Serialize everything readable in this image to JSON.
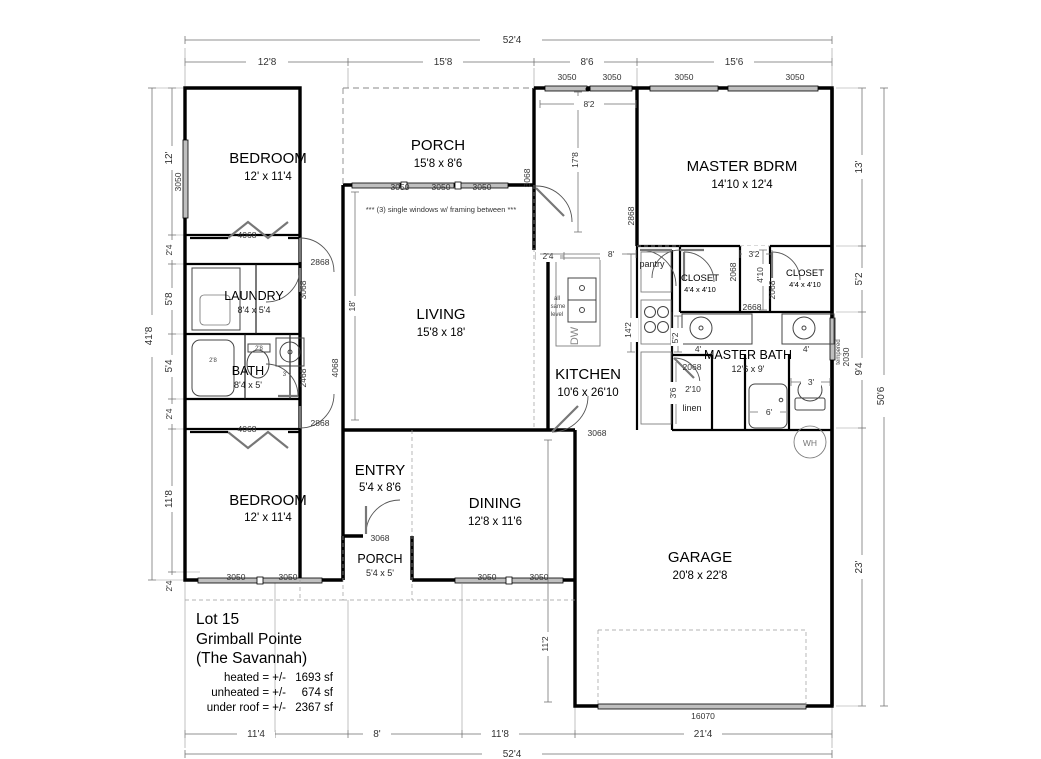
{
  "document": {
    "type": "architectural-floor-plan",
    "title_block": {
      "lot": "Lot 15",
      "subdivision": "Grimball Pointe",
      "plan_name": "(The Savannah)",
      "areas": [
        {
          "label": "heated = +/-",
          "value": "1693 sf"
        },
        {
          "label": "unheated = +/-",
          "value": "674 sf"
        },
        {
          "label": "under roof = +/-",
          "value": "2367 sf"
        }
      ]
    }
  },
  "rooms": [
    {
      "key": "bedroom_front",
      "name": "BEDROOM",
      "size": "12' x 11'4"
    },
    {
      "key": "bedroom_rear",
      "name": "BEDROOM",
      "size": "12' x 11'4"
    },
    {
      "key": "porch_front",
      "name": "PORCH",
      "size": "15'8 x 8'6"
    },
    {
      "key": "living",
      "name": "LIVING",
      "size": "15'8 x 18'"
    },
    {
      "key": "master_bdrm",
      "name": "MASTER BDRM",
      "size": "14'10 x 12'4"
    },
    {
      "key": "laundry",
      "name": "LAUNDRY",
      "size": "8'4 x 5'4"
    },
    {
      "key": "bath",
      "name": "BATH",
      "size": "8'4 x 5'"
    },
    {
      "key": "kitchen",
      "name": "KITCHEN",
      "size": "10'6 x 26'10"
    },
    {
      "key": "master_bath",
      "name": "MASTER BATH",
      "size": "12'6 x 9'"
    },
    {
      "key": "closet_left",
      "name": "CLOSET",
      "size": "4'4 x 4'10"
    },
    {
      "key": "closet_right",
      "name": "CLOSET",
      "size": "4'4 x 4'10"
    },
    {
      "key": "entry",
      "name": "ENTRY",
      "size": "5'4 x 8'6"
    },
    {
      "key": "porch_rear",
      "name": "PORCH",
      "size": "5'4 x 5'"
    },
    {
      "key": "dining",
      "name": "DINING",
      "size": "12'8 x 11'6"
    },
    {
      "key": "garage",
      "name": "GARAGE",
      "size": "20'8 x 22'8"
    }
  ],
  "small_labels": {
    "pantry": "pantry",
    "linen": "linen",
    "water_heater": "WH",
    "dishwasher": "DW",
    "all_same_level": "all same level",
    "tempered": "tempered"
  },
  "notes": {
    "porch_windows": "*** (3) single windows w/ framing between ***"
  },
  "dimensions": {
    "top_overall": "52'4",
    "top_segments": [
      "12'8",
      "15'8",
      "8'6",
      "15'6"
    ],
    "bottom_overall": "52'4",
    "bottom_segments": [
      "11'4",
      "8'",
      "11'8",
      "21'4"
    ],
    "left_overall": "41'8",
    "left_segments": [
      "12'",
      "2'4",
      "5'8",
      "5'4",
      "2'4",
      "11'8",
      "2'4"
    ],
    "right_overall": "50'6",
    "right_segments": [
      "13'",
      "5'2",
      "9'4",
      "23'"
    ],
    "interior": {
      "porch_depth": "17'8",
      "porch_width_inner": "8'2",
      "living_depth": "18'",
      "kitchen_offset": "2'4",
      "kitchen_to_pantry": "8'",
      "pantry_run": "14'2",
      "vanity_depth": "5'2",
      "closet_gap": "3'2",
      "closet_height": "4'10",
      "vanity_left": "4'",
      "vanity_right": "4'",
      "tub_len": "6'",
      "toilet_clear": "3'",
      "linen_depth": "3'6",
      "linen_width": "2'10",
      "bath_tub": "2'8",
      "bath_sink": "2'8",
      "bath_toilet_clear": "3'",
      "garage_depth_left": "11'2"
    }
  },
  "openings": {
    "windows": {
      "w3050": "3050",
      "w4068": "4068",
      "w2030": "2030",
      "garage_door": "16070"
    },
    "doors": {
      "d3068": "3068",
      "d2868": "2868",
      "d2468": "2468",
      "d2068": "2068"
    },
    "top_windows": [
      "3050",
      "3050",
      "3050",
      "3050"
    ],
    "porch_windows": [
      "3050",
      "3050",
      "3050"
    ],
    "front_left_windows": [
      "3050",
      "3050"
    ],
    "bottom_windows": [
      "3050",
      "3050",
      "3050",
      "3050"
    ],
    "bedroom_closet_doors": [
      "4068",
      "4068"
    ],
    "hall_doors": [
      "2868",
      "2868",
      "3068",
      "3068",
      "2468",
      "4068"
    ],
    "master_doors": [
      "2868",
      "2668",
      "2068",
      "2068"
    ],
    "bath_doors": [
      "2068"
    ],
    "entry_door": "3068",
    "kitchen_door": "3068"
  },
  "colors": {
    "background": "#ffffff",
    "wall": "#000000",
    "window_fill": "#bfbfbf",
    "dimension_line": "#6e6e6e",
    "door_swing": "#555555"
  }
}
